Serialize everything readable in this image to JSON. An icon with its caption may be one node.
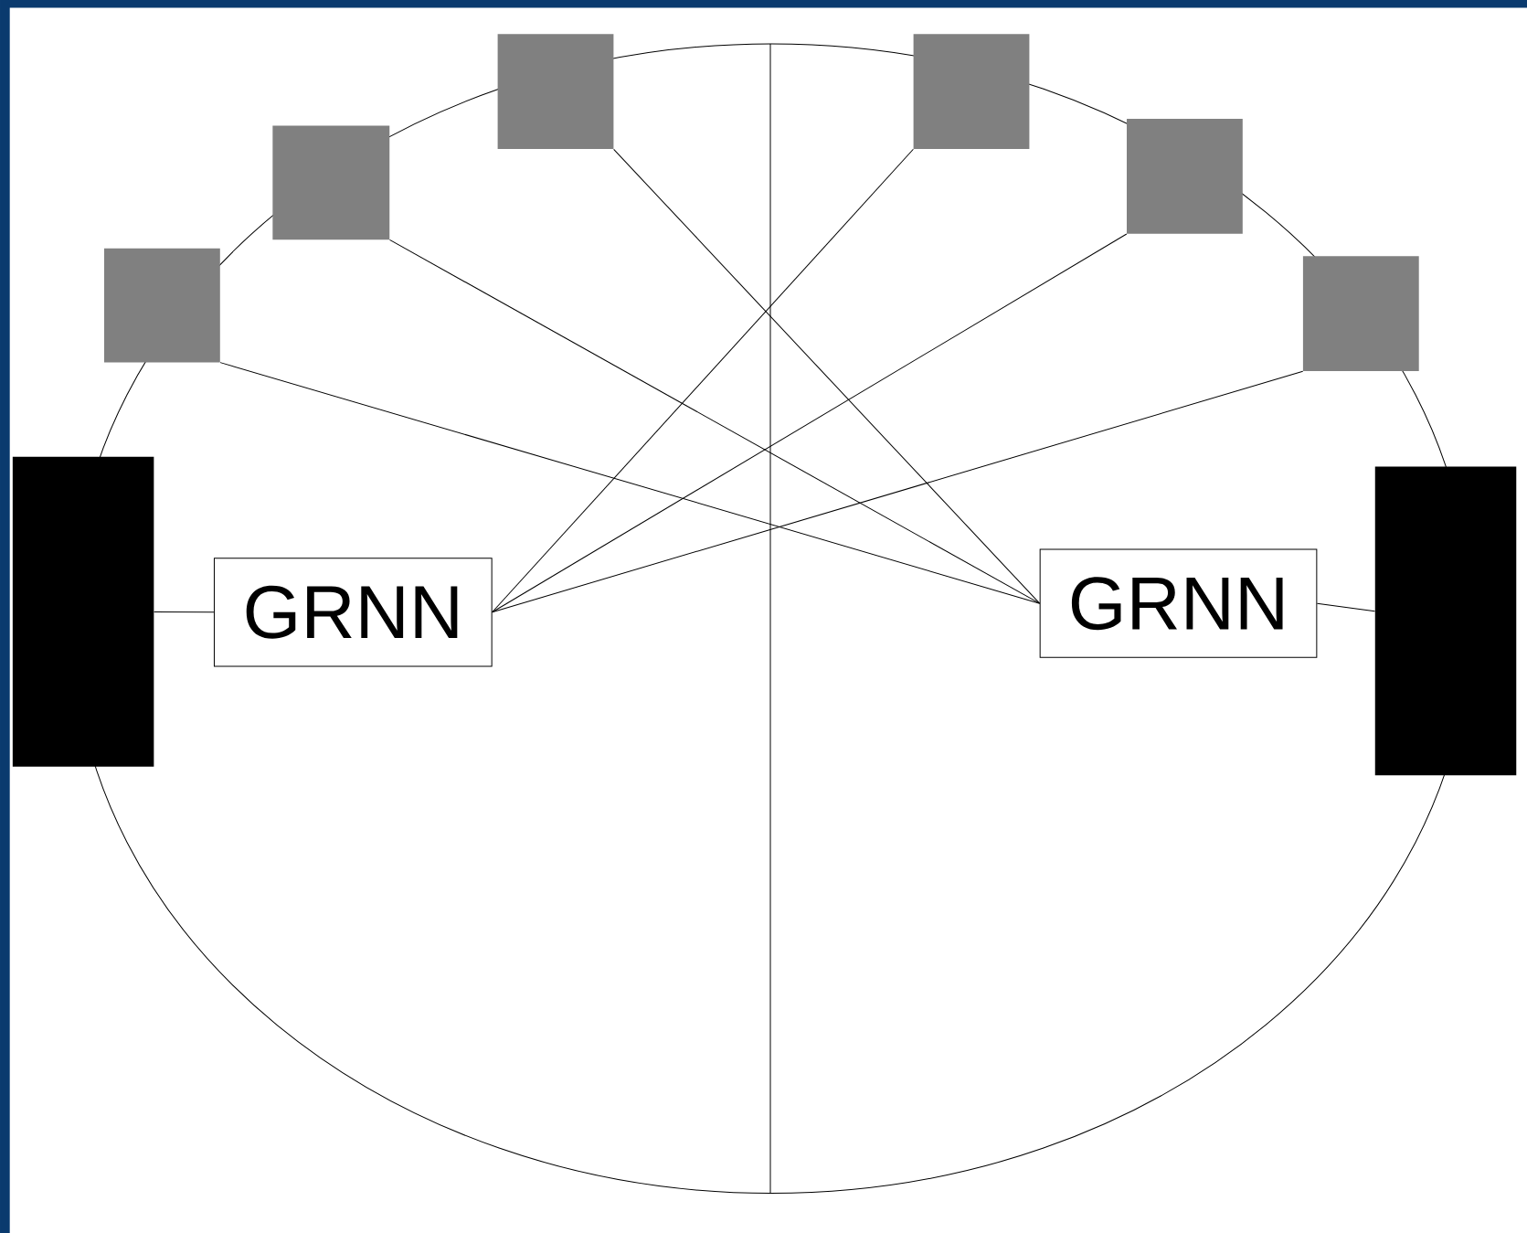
{
  "diagram": {
    "nodes": [
      {
        "text": [],
        "shape": "box"
      },
      {
        "text": [],
        "shape": "box"
      },
      {
        "text": [],
        "shape": "box"
      },
      {
        "text": [],
        "shape": "box"
      },
      {
        "text": [],
        "shape": "box"
      },
      {
        "text": [],
        "shape": "box"
      },
      {
        "text": [],
        "shape": "bar"
      },
      {
        "text": [
          "GRNN"
        ]
      },
      {
        "text": [
          "GRNN"
        ]
      },
      {
        "text": [],
        "shape": "bar"
      }
    ],
    "edges": [
      {
        "from": 6,
        "to": 7,
        "arrow": "none"
      },
      {
        "from": 7,
        "to": 3,
        "arrow": "none"
      },
      {
        "from": 7,
        "to": 4,
        "arrow": "none"
      },
      {
        "from": 7,
        "to": 5,
        "arrow": "none"
      },
      {
        "from": 8,
        "to": 2,
        "arrow": "none"
      },
      {
        "from": 8,
        "to": 1,
        "arrow": "none"
      },
      {
        "from": 8,
        "to": 0,
        "arrow": "none"
      },
      {
        "from": 8,
        "to": 9,
        "arrow": "none"
      }
    ]
  }
}
